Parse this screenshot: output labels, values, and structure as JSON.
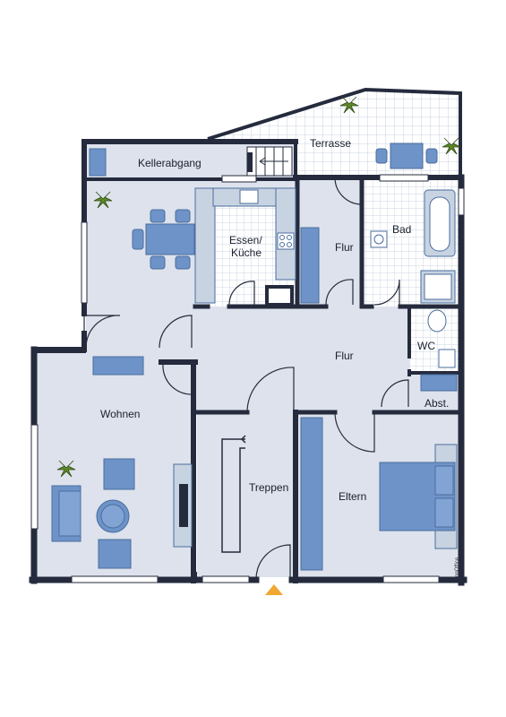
{
  "rooms": {
    "kellerabgang": "Kellerabgang",
    "terrasse": "Terrasse",
    "essen_kueche": [
      "Essen/",
      "Küche"
    ],
    "flur_upper": "Flur",
    "bad": "Bad",
    "flur_main": "Flur",
    "wc": "WC",
    "abst": "Abst.",
    "wohnen": "Wohnen",
    "treppen": "Treppen",
    "eltern": "Eltern"
  },
  "brand": "onOffice",
  "colors": {
    "wall": "#252b3d",
    "floor": "#dde2ec",
    "tile": "#ffffff",
    "tile_line": "#bcc8d8",
    "furniture": "#6e93c8",
    "furniture_edge": "#4a6d9e",
    "furniture_light": "#c8d3e2",
    "entrance": "#f0a830"
  }
}
